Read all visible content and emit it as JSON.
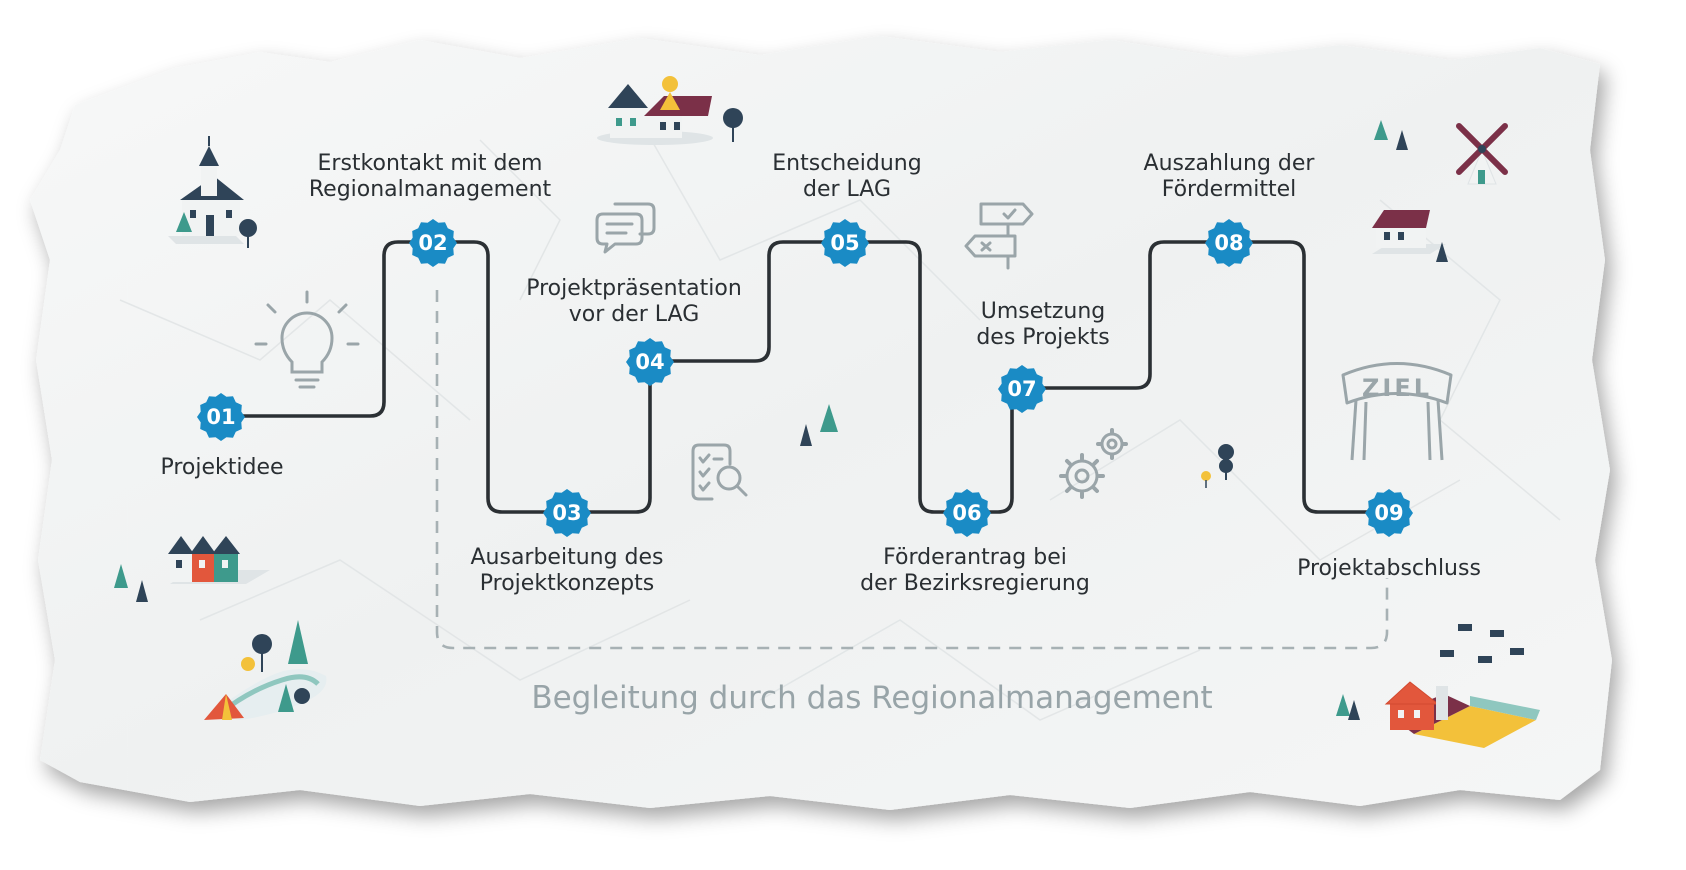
{
  "colors": {
    "paper": "#f4f5f5",
    "path": "#2b3034",
    "badge": "#1a8bc5",
    "icon_gray": "#9aa5a9",
    "teal": "#3e9a8c",
    "navy": "#2f4458",
    "red": "#e2573c",
    "maroon": "#7b3048",
    "yellow": "#f3c13a"
  },
  "steps": [
    {
      "number": "01",
      "lines": [
        "Projektidee"
      ]
    },
    {
      "number": "02",
      "lines": [
        "Erstkontakt mit dem",
        "Regionalmanagement"
      ]
    },
    {
      "number": "03",
      "lines": [
        "Ausarbeitung des",
        "Projektkonzepts"
      ]
    },
    {
      "number": "04",
      "lines": [
        "Projektpräsentation",
        "vor der LAG"
      ]
    },
    {
      "number": "05",
      "lines": [
        "Entscheidung",
        "der LAG"
      ]
    },
    {
      "number": "06",
      "lines": [
        "Förderantrag bei",
        "der Bezirksregierung"
      ]
    },
    {
      "number": "07",
      "lines": [
        "Umsetzung",
        "des Projekts"
      ]
    },
    {
      "number": "08",
      "lines": [
        "Auszahlung der",
        "Fördermittel"
      ]
    },
    {
      "number": "09",
      "lines": [
        "Projektabschluss"
      ]
    }
  ],
  "accompaniment_label": "Begleitung durch das Regionalmanagement",
  "finish_sign": "ZIEL",
  "icons": [
    "lightbulb-icon",
    "speech-bubbles-icon",
    "checklist-search-icon",
    "signpost-icon",
    "gears-icon",
    "finish-arch-icon"
  ]
}
